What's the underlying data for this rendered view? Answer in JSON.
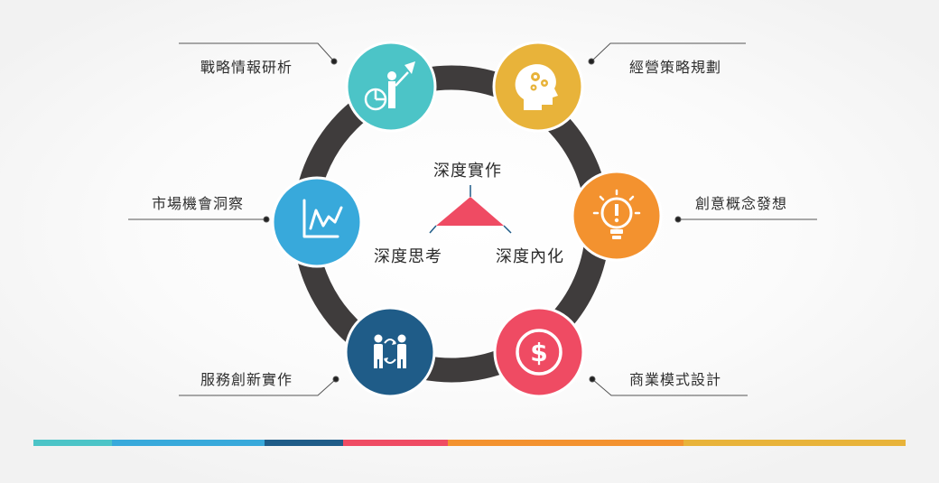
{
  "nodes": [
    {
      "id": "strategy-intel",
      "label": "戰略情報研析",
      "color": "#4cc4c7",
      "icon": "presentation-chart-icon"
    },
    {
      "id": "business-strategy",
      "label": "經營策略規劃",
      "color": "#e8b33a",
      "icon": "head-gears-icon"
    },
    {
      "id": "creative-concept",
      "label": "創意概念發想",
      "color": "#f3922f",
      "icon": "lightbulb-icon"
    },
    {
      "id": "business-model",
      "label": "商業模式設計",
      "color": "#ef4b63",
      "icon": "dollar-coin-icon"
    },
    {
      "id": "service-innovation",
      "label": "服務創新實作",
      "color": "#1f5c88",
      "icon": "people-exchange-icon"
    },
    {
      "id": "market-insight",
      "label": "市場機會洞察",
      "color": "#38a9db",
      "icon": "line-chart-icon"
    }
  ],
  "center": {
    "top": "深度實作",
    "left": "深度思考",
    "right": "深度內化",
    "triangle_color": "#ef4b63"
  },
  "ring_color": "#3f3c3c",
  "bottom_bar": [
    {
      "color": "#4cc4c7",
      "share": 0.09
    },
    {
      "color": "#38a9db",
      "share": 0.175
    },
    {
      "color": "#1f5c88",
      "share": 0.09
    },
    {
      "color": "#ef4b63",
      "share": 0.12
    },
    {
      "color": "#f3922f",
      "share": 0.27
    },
    {
      "color": "#e8b33a",
      "share": 0.255
    }
  ]
}
